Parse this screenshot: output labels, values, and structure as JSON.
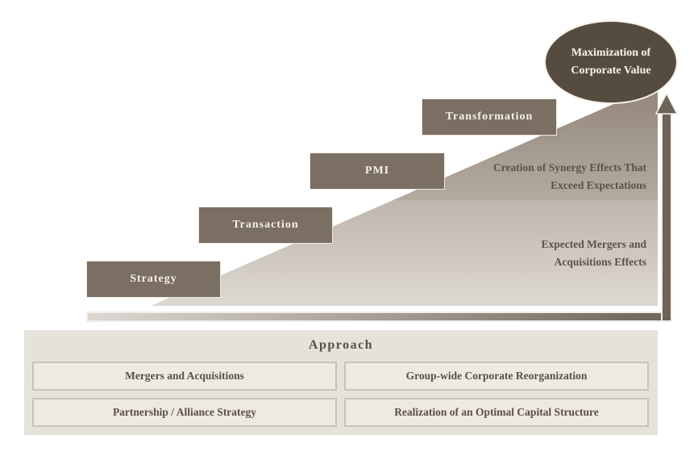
{
  "diagram": {
    "steps": [
      {
        "label": "Strategy"
      },
      {
        "label": "Transaction"
      },
      {
        "label": "PMI"
      },
      {
        "label": "Transformation"
      }
    ],
    "effects": {
      "upper": {
        "line1": "Creation of Synergy Effects That",
        "line2": "Exceed Expectations"
      },
      "lower": {
        "line1": "Expected Mergers and",
        "line2": "Acquisitions Effects"
      }
    },
    "goal": {
      "line1": "Maximization of",
      "line2": "Corporate Value"
    },
    "colors": {
      "step_fill": "#7b6e62",
      "goal_fill": "#564b3f",
      "arrow": "#6f6357",
      "effect_text": "#5d5246"
    }
  },
  "approach": {
    "title": "Approach",
    "items": [
      {
        "label": "Mergers and Acquisitions"
      },
      {
        "label": "Group-wide Corporate Reorganization"
      },
      {
        "label": "Partnership / Alliance Strategy"
      },
      {
        "label": "Realization of an Optimal Capital Structure"
      }
    ]
  }
}
